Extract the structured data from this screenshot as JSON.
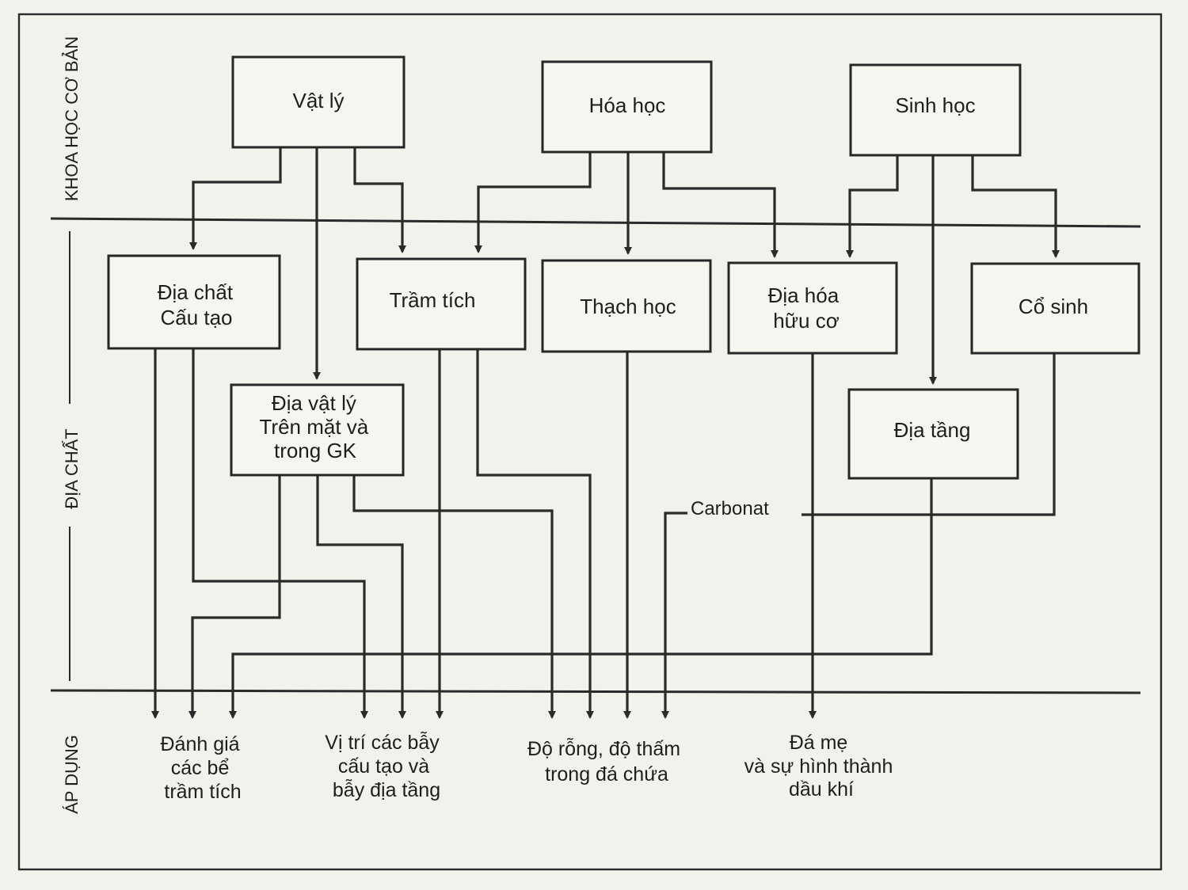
{
  "zones": {
    "basic_science": "KHOA HỌC CƠ BẢN",
    "geology": "ĐỊA CHẤT",
    "application": "ÁP DỤNG"
  },
  "nodes": {
    "vat_ly": [
      "Vật lý"
    ],
    "hoa_hoc": [
      "Hóa học"
    ],
    "sinh_hoc": [
      "Sinh học"
    ],
    "dia_chat_cau_tao": [
      "Địa chất",
      "Cấu tạo"
    ],
    "tram_tich": [
      "Trầm tích"
    ],
    "thach_hoc": [
      "Thạch học"
    ],
    "dia_hoa_huu_co": [
      "Địa hóa",
      "hữu cơ"
    ],
    "co_sinh": [
      "Cổ sinh"
    ],
    "dia_vat_ly": [
      "Địa vật lý",
      "Trên mặt và",
      "trong GK"
    ],
    "dia_tang": [
      "Địa tầng"
    ]
  },
  "connector_labels": {
    "carbonat": "Carbonat"
  },
  "outputs": {
    "danh_gia": [
      "Đánh giá",
      "các bể",
      "trầm tích"
    ],
    "vi_tri": [
      "Vị trí các bẫy",
      "cấu tạo và",
      "bẫy địa tầng"
    ],
    "do_rong": [
      "Độ rỗng, độ thấm",
      "trong đá chứa"
    ],
    "da_me": [
      "Đá mẹ",
      "và sự hình thành",
      "dầu khí"
    ]
  },
  "colors": {
    "line": "#2a2a2a",
    "box_fill": "#f7f5f0",
    "paper": "#f3f1ec"
  }
}
